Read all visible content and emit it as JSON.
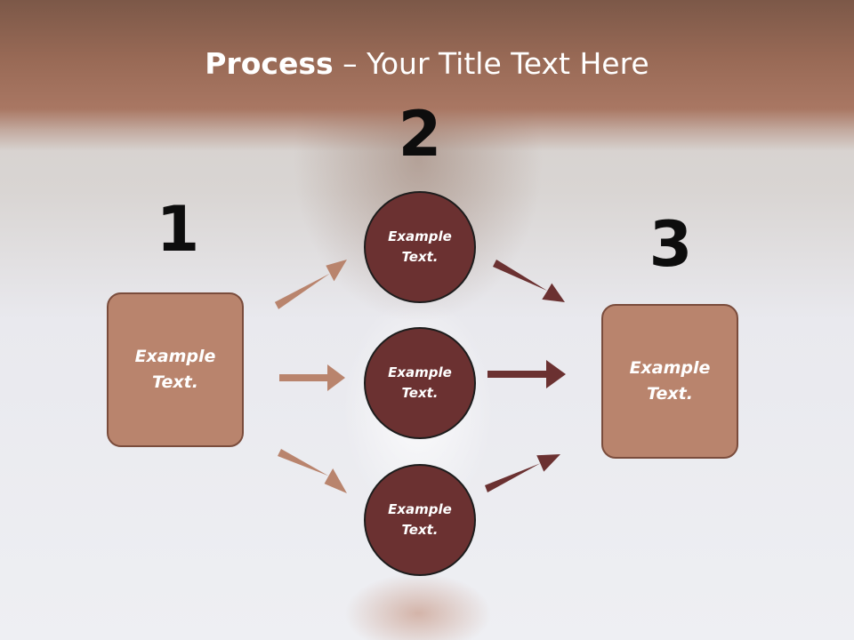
{
  "title": {
    "bold": "Process",
    "separator": " – ",
    "rest": "Your Title Text Here"
  },
  "steps": [
    {
      "number": "1",
      "label": "Example Text."
    },
    {
      "number": "2",
      "items": [
        "Example Text.",
        "Example Text.",
        "Example Text."
      ]
    },
    {
      "number": "3",
      "label": "Example Text."
    }
  ],
  "colors": {
    "box_fill": "#b9846d",
    "circle_fill": "#6b3131",
    "arrow_light": "#b9846d",
    "arrow_dark": "#6b3131",
    "title_band": "#a97763"
  }
}
